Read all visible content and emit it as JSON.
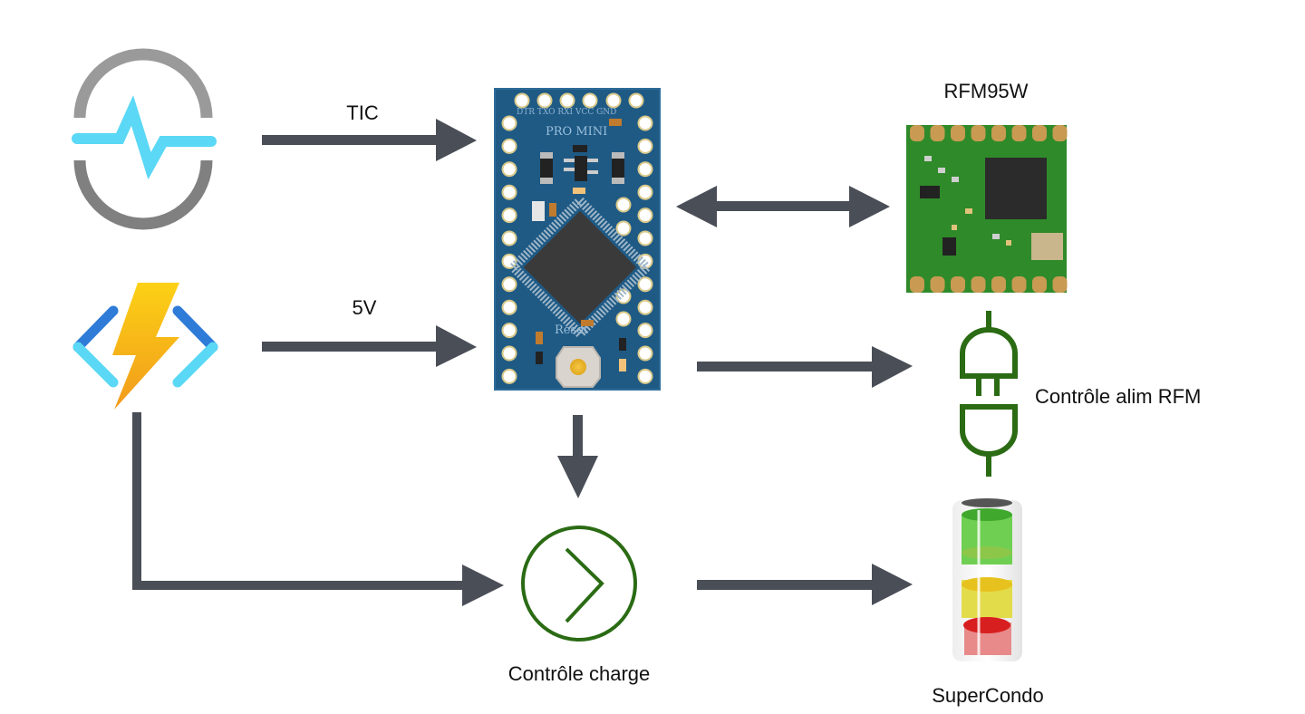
{
  "diagram": {
    "title": "",
    "colors": {
      "arrow": "#4a4e57",
      "green_icon": "#2a6b14",
      "board_blue": "#1f5a85",
      "rfm_green": "#2f8a2a",
      "cyan": "#5ad8f5",
      "gray_ring": "#9a9a9a"
    },
    "nodes": [
      {
        "id": "linky",
        "icon": "pulse-meter-icon",
        "label": ""
      },
      {
        "id": "power",
        "icon": "function-lightning-icon",
        "label": ""
      },
      {
        "id": "promini",
        "icon": "arduino-pro-mini-board",
        "label": "",
        "board_text": "PRO MINI",
        "pin_labels": "DTR TXO RXI VCC GND",
        "reset_text": "Reset"
      },
      {
        "id": "rfm",
        "icon": "rfm95w-module",
        "label": "RFM95W"
      },
      {
        "id": "alim",
        "icon": "plug-icon",
        "label": "Contrôle alim RFM"
      },
      {
        "id": "charge",
        "icon": "chevron-circle-icon",
        "label": "Contrôle charge"
      },
      {
        "id": "supercap",
        "icon": "battery-icon",
        "label": "SuperCondo"
      }
    ],
    "edges": [
      {
        "from": "linky",
        "to": "promini",
        "label": "TIC",
        "direction": "forward"
      },
      {
        "from": "power",
        "to": "promini",
        "label": "5V",
        "direction": "forward"
      },
      {
        "from": "promini",
        "to": "rfm",
        "label": "",
        "direction": "both"
      },
      {
        "from": "promini",
        "to": "alim",
        "label": "",
        "direction": "forward"
      },
      {
        "from": "promini",
        "to": "charge",
        "label": "",
        "direction": "forward"
      },
      {
        "from": "power",
        "to": "charge",
        "label": "",
        "direction": "forward"
      },
      {
        "from": "charge",
        "to": "supercap",
        "label": "",
        "direction": "forward"
      }
    ]
  }
}
